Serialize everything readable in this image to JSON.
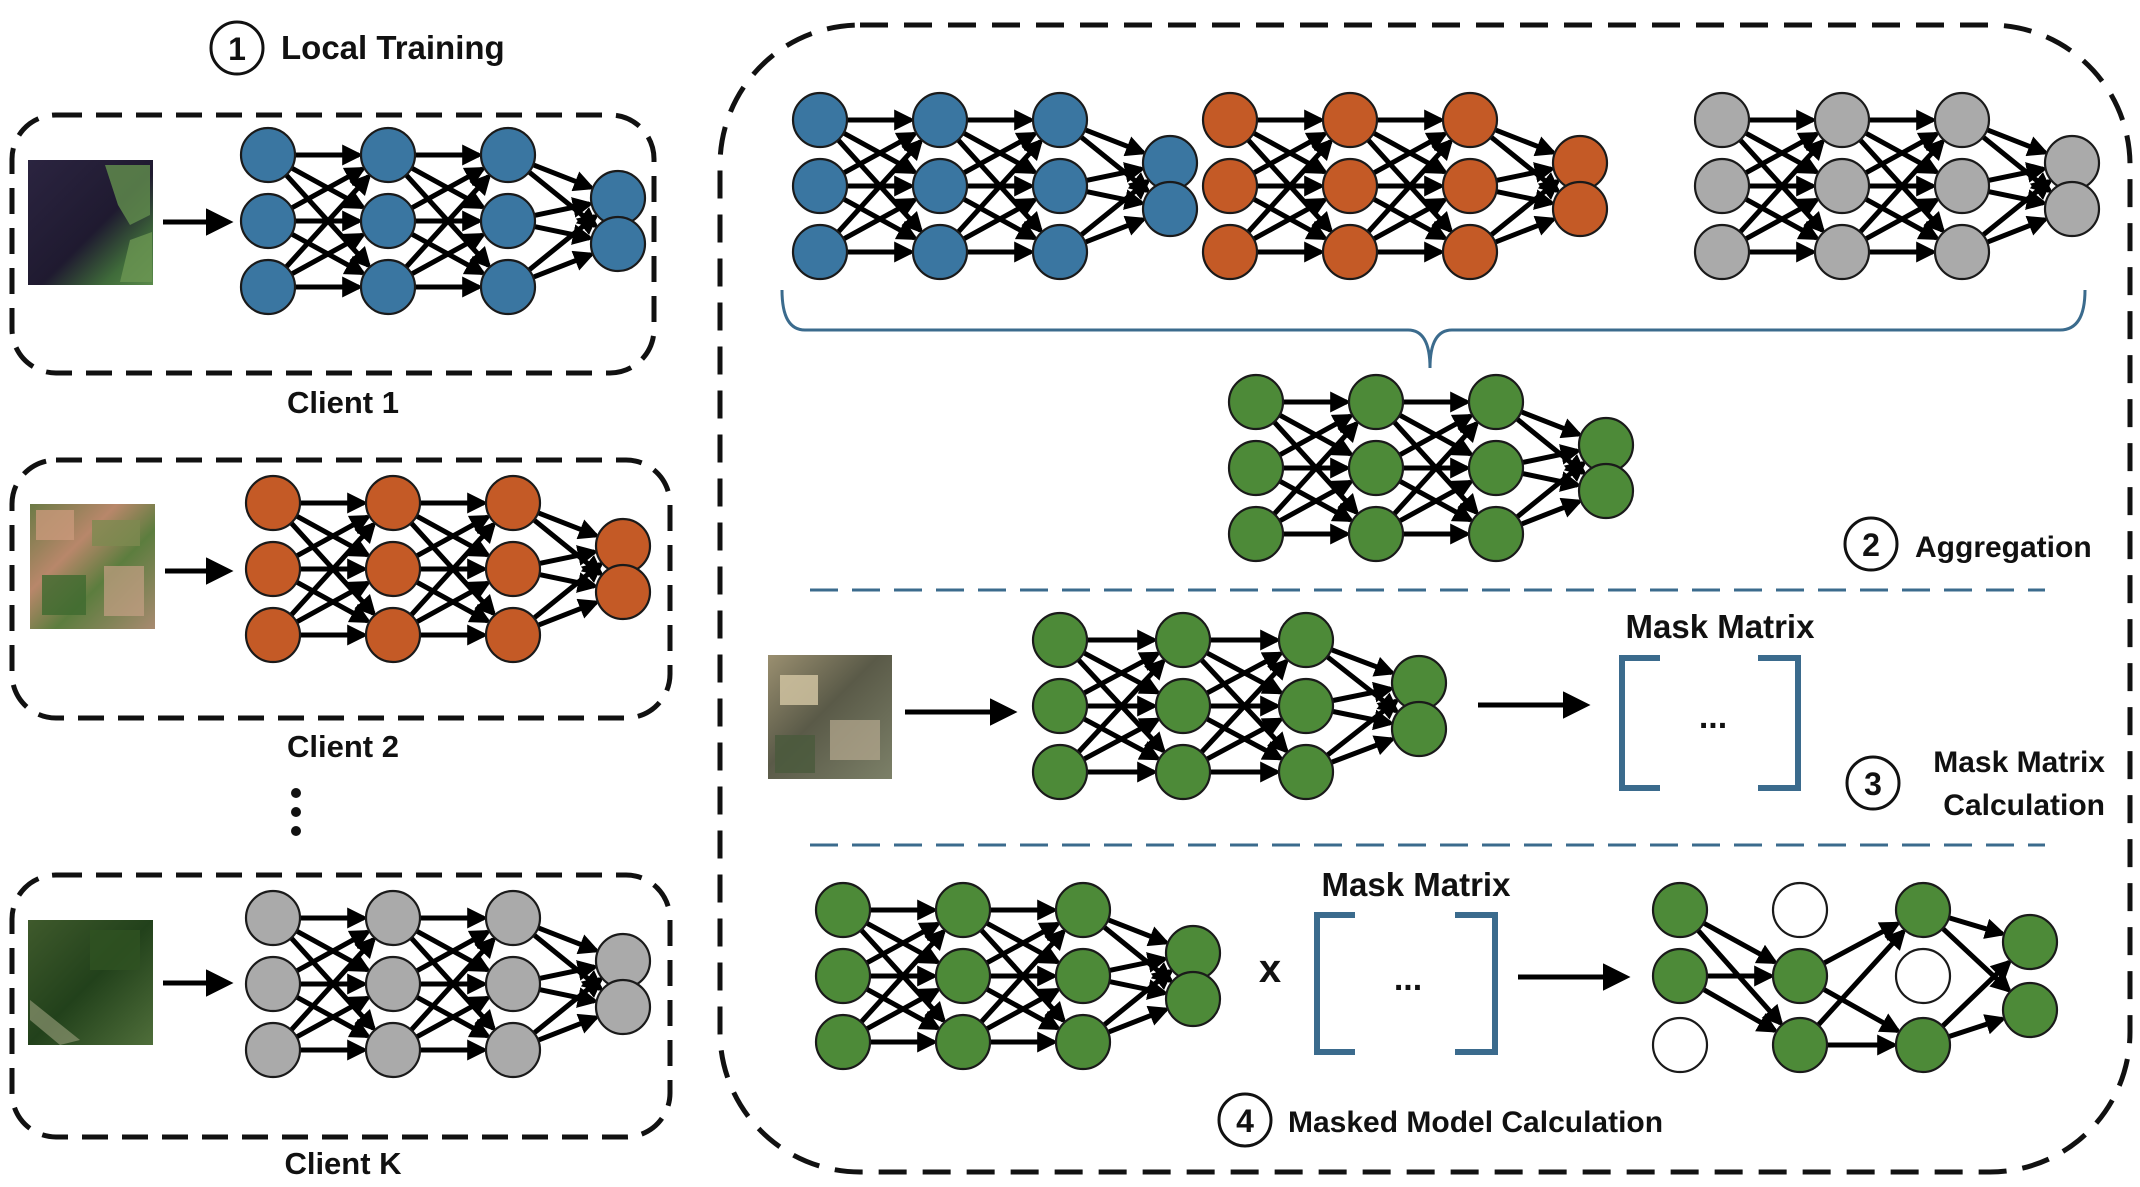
{
  "steps": {
    "local_training": {
      "num": "1",
      "label": "Local Training"
    },
    "aggregation": {
      "num": "2",
      "label": "Aggregation"
    },
    "mask_calc": {
      "num": "3",
      "label_line1": "Mask Matrix",
      "label_line2": "Calculation"
    },
    "masked_model": {
      "num": "4",
      "label": "Masked Model Calculation"
    }
  },
  "clients": [
    {
      "label": "Client 1",
      "color_name": "blue"
    },
    {
      "label": "Client 2",
      "color_name": "orange"
    },
    {
      "label": "Client K",
      "color_name": "gray"
    }
  ],
  "mask_matrix": {
    "title": "Mask Matrix",
    "ellipsis": "..."
  },
  "multiply_symbol": "x",
  "vertical_ellipsis": "⋮",
  "colors": {
    "blue": "#3a76a1",
    "orange": "#c45a26",
    "gray": "#aaaaaa",
    "green": "#4d8a38",
    "bracket": "#3b6b8d",
    "divider": "#3b6b8d"
  }
}
